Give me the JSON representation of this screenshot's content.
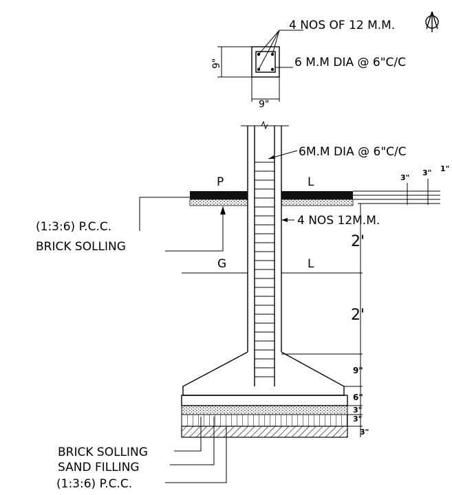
{
  "section_labels": {
    "bars_4_12mm": "4 NOS OF 12 M.M.",
    "stirrup_6mm": "6 M.M DIA @ 6\"C/C",
    "col_width": "9\"",
    "col_depth": "9\""
  },
  "elevation_labels": {
    "stirrup_ring": "6M.M DIA @ 6\"C/C",
    "plinth_p": "P",
    "plinth_l": "L",
    "pcc": "(1:3:6) P.C.C.",
    "brick_solling_top": "BRICK SOLLING",
    "main_bars": "4 NOS 12M.M.",
    "ground_g": "G",
    "ground_l": "L",
    "dim_2ft_a": "2'",
    "dim_2ft_b": "2'",
    "dim_9in": "9\"",
    "dim_6in": "6\"",
    "dim_3in_a": "3\"",
    "dim_3in_b": "3\"",
    "dim_3in_c": "3\"",
    "plinth_dim_3in_a": "3\"",
    "plinth_dim_3in_b": "3\"",
    "plinth_dim_1in": "1\""
  },
  "footing_labels": {
    "brick_solling": "BRICK SOLLING",
    "sand_filling": "SAND FILLING",
    "pcc": "(1:3:6) P.C.C."
  },
  "colors": {
    "line": "#000000",
    "background": "#ffffff"
  }
}
